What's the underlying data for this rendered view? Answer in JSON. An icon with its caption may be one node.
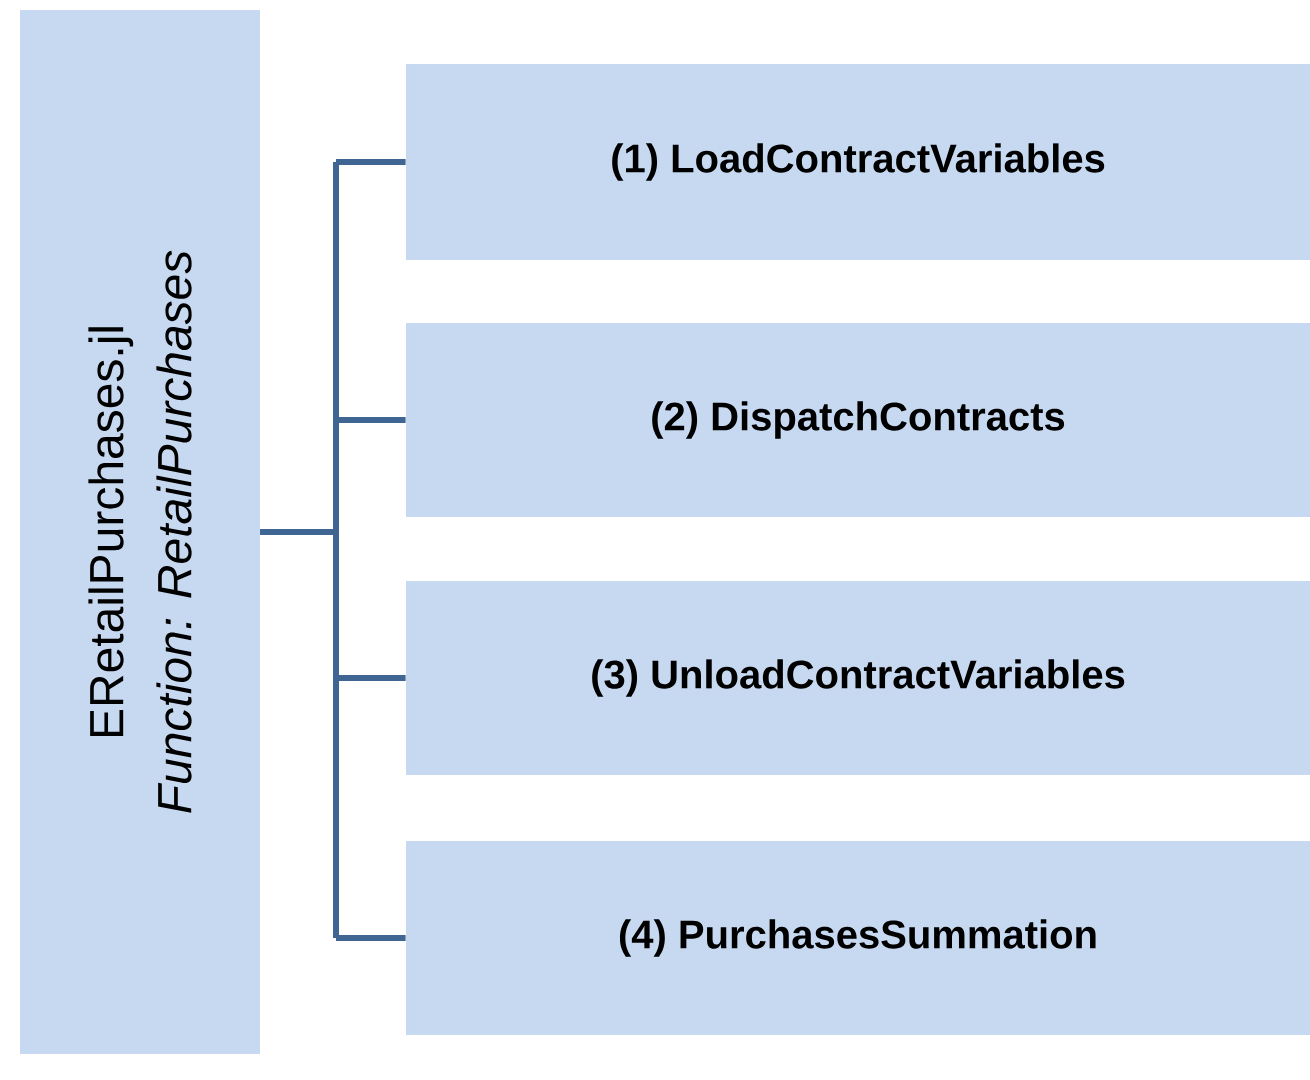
{
  "diagram": {
    "nodes": [
      {
        "text": [
          "ERetailPurchases.jl",
          "Function: RetailPurchases"
        ]
      },
      {
        "text": [
          "(1) LoadContractVariables"
        ]
      },
      {
        "text": [
          "(2) DispatchContracts"
        ]
      },
      {
        "text": [
          "(3) UnloadContractVariables"
        ]
      },
      {
        "text": [
          "(4) PurchasesSummation"
        ]
      }
    ],
    "edges": [
      {
        "from": 0,
        "to": 1,
        "arrow": "none"
      },
      {
        "from": 0,
        "to": 2,
        "arrow": "none"
      },
      {
        "from": 0,
        "to": 3,
        "arrow": "none"
      },
      {
        "from": 0,
        "to": 4,
        "arrow": "none"
      }
    ]
  }
}
